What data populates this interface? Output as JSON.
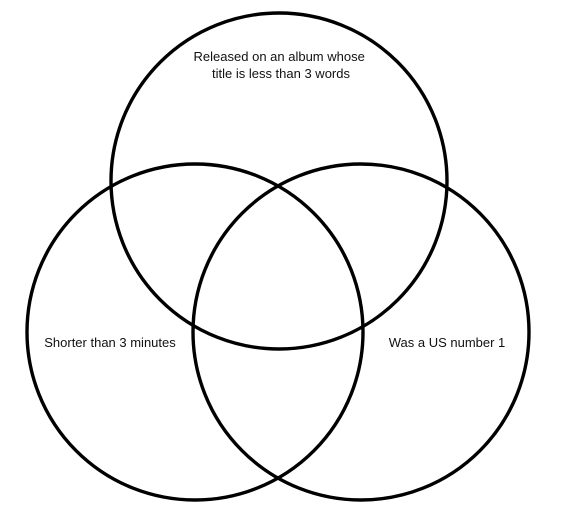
{
  "diagram": {
    "type": "venn",
    "sets": [
      {
        "id": "album-title",
        "label_lines": [
          "Released on an album whose",
          "title is less than 3 words"
        ]
      },
      {
        "id": "shorter-than-3-min",
        "label_lines": [
          "Shorter than 3 minutes"
        ]
      },
      {
        "id": "us-number-1",
        "label_lines": [
          "Was a US number 1"
        ]
      }
    ]
  },
  "colors": {
    "stroke": "#000000",
    "background": "#ffffff",
    "text": "#111111"
  }
}
